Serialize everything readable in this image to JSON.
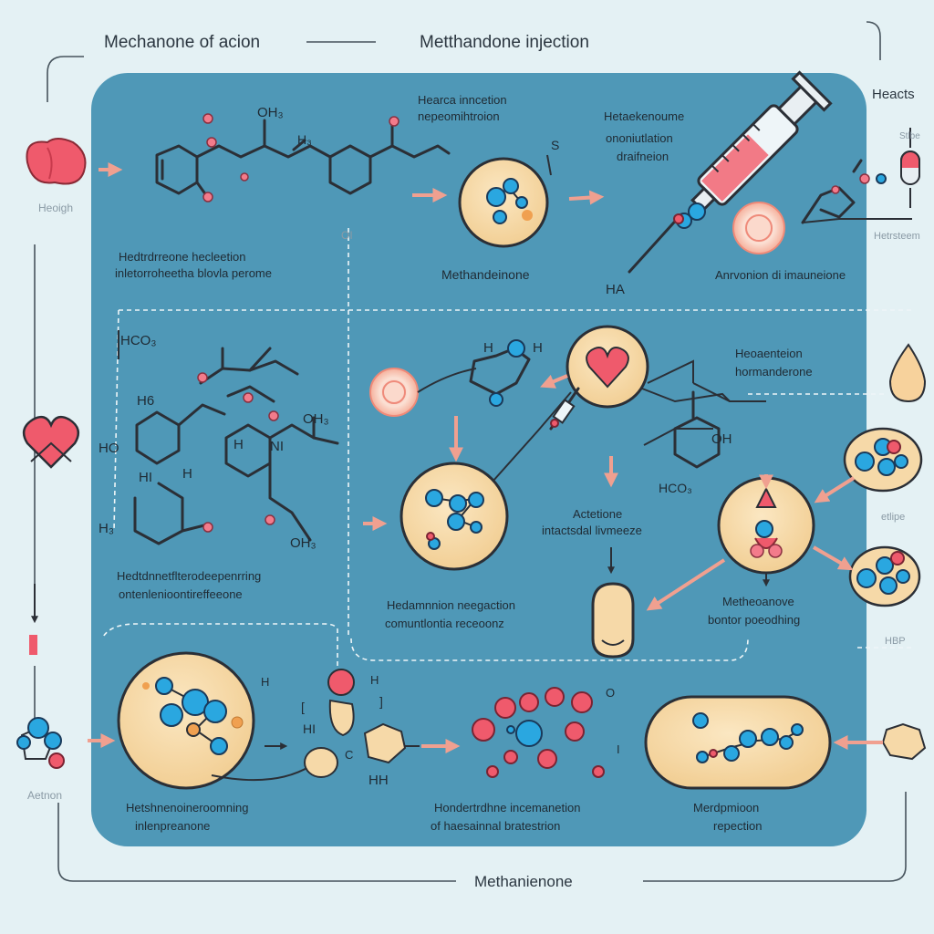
{
  "header": {
    "left_title": "Mechanone of acion",
    "right_title": "Metthandone injection",
    "corner_label": "Heacts"
  },
  "footer": {
    "bottom_label": "Methanienone"
  },
  "top_row": {
    "molecule_labels": [
      "OH₃",
      "H₃"
    ],
    "caption_1": [
      "Hedtrdrreone hecleetion",
      "inletorroheetha blovla perome"
    ],
    "step_2_top": [
      "Hearca inncetion",
      "nepeomihtroion"
    ],
    "step_2_label": "Methandeinone",
    "step_3_top": [
      "Hetaekenoume",
      "ononiutlation",
      "draifneion"
    ],
    "step_3_label": "Anrvonion di imauneione",
    "step_3_symbol": "HA",
    "misc_oh": "OI"
  },
  "middle_row": {
    "formula_labels": [
      "HCO₃",
      "H6",
      "HO",
      "OH₃",
      "H",
      "NI",
      "H",
      "HI",
      "OH₃",
      "H₃"
    ],
    "caption_left": [
      "Hedtdnnetflterodeepenrring",
      "ontenlenioontireffeeone"
    ],
    "heart_cell_label": [
      "Heoaenteion",
      "hormanderone"
    ],
    "activation_label": [
      "Actetione",
      "intactsdal livmeeze"
    ],
    "caption_bottom_left": [
      "Hedamnnion neegaction",
      "comuntlontia receoonz"
    ],
    "caption_bottom_right": [
      "Metheoanove",
      "bontor poeodhing"
    ],
    "oh_label": "OH",
    "hco_label": "HCO₃"
  },
  "bottom_row": {
    "caption_1": [
      "Hetshnenoineroomning",
      "inlenpreanone"
    ],
    "caption_2": [
      "Hondertrdhne incemanetion",
      "of haesainnal bratestrion"
    ],
    "caption_3": [
      "Merdpmioon",
      "repection"
    ],
    "labels": [
      "H",
      "HI",
      "C",
      "HH",
      "H",
      "O",
      "I",
      "]",
      "["
    ]
  },
  "side_left": {
    "top_label": "Heoigh",
    "bottom_label": "Aetnon"
  },
  "side_right": {
    "label_1": "Stlbe",
    "label_2": "Hetrsteem",
    "label_3": "etlipe",
    "label_4": "HBP"
  },
  "colors": {
    "background": "#e4f1f4",
    "panel": "#4f98b7",
    "cell": "#f6d9a8",
    "atom_blue": "#2aa7e0",
    "atom_red": "#ef5a6c",
    "arrow": "#f0a090"
  }
}
